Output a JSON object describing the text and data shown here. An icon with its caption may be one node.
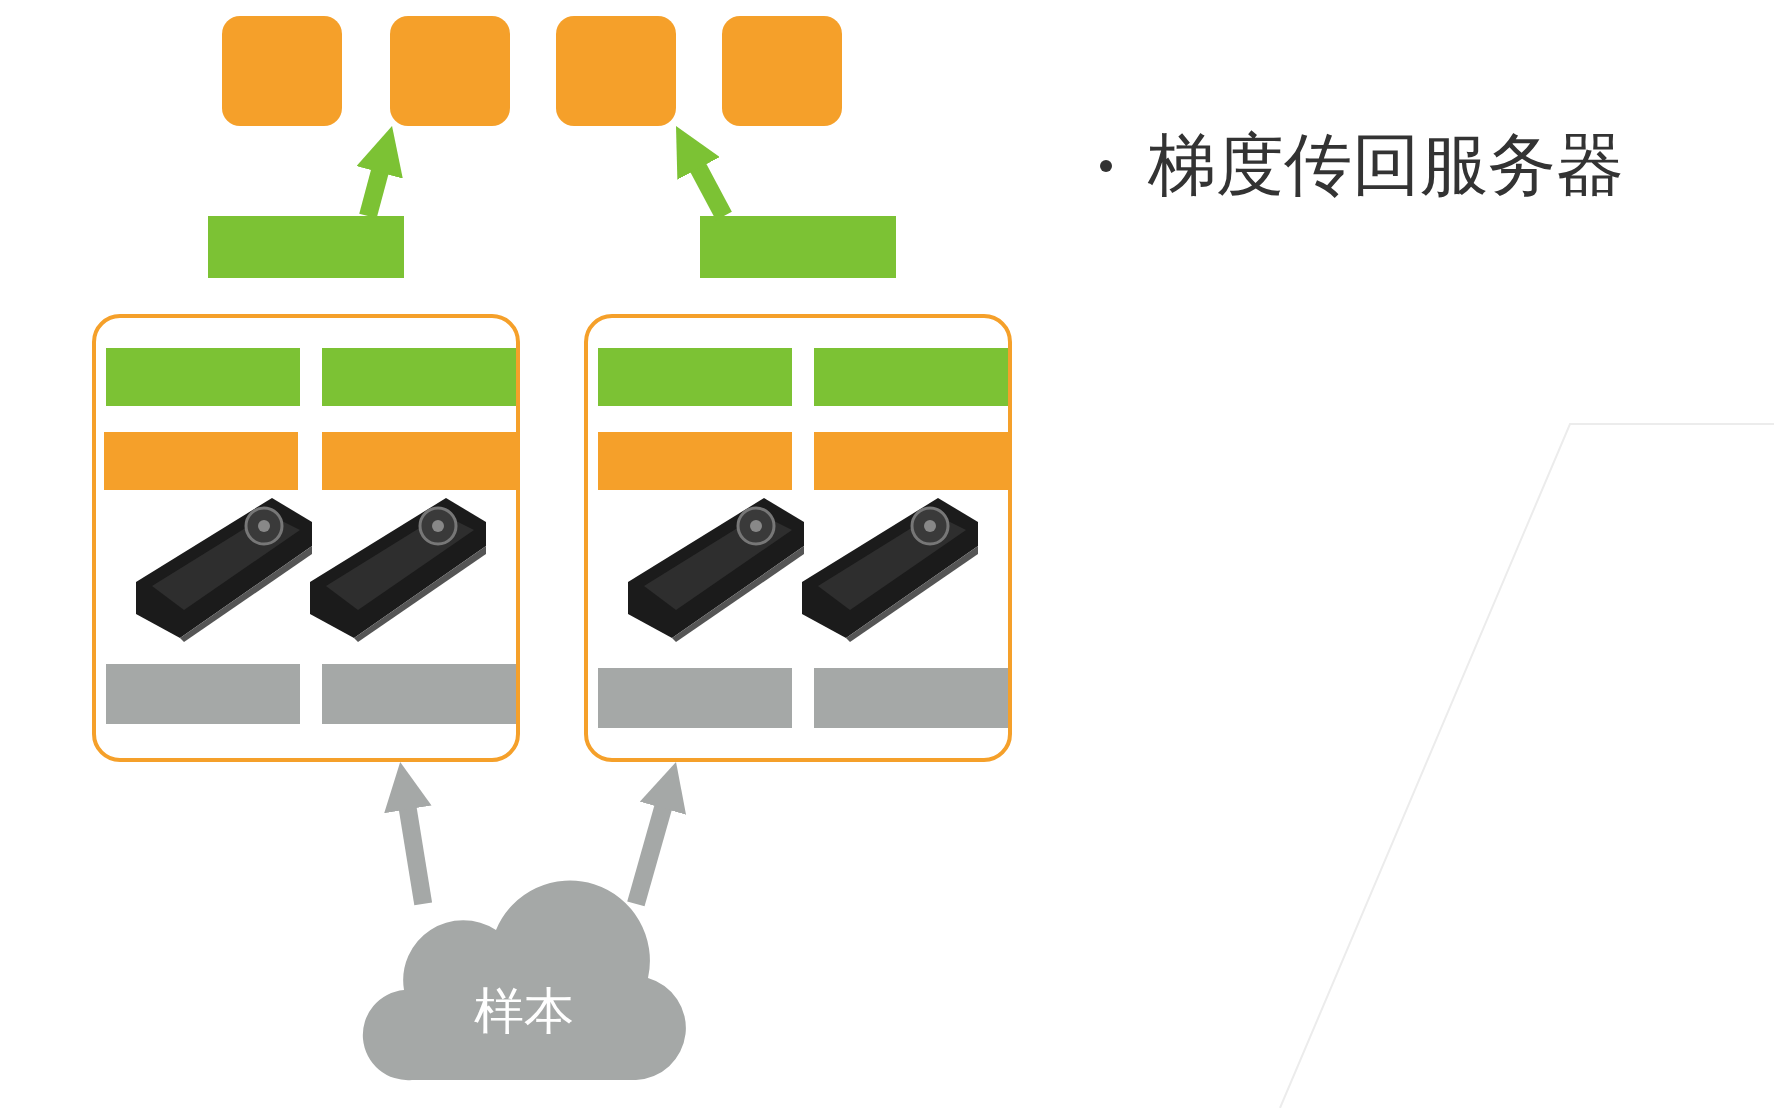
{
  "diagram": {
    "nodes": [
      {
        "text": [],
        "shape": "box"
      },
      {
        "text": [],
        "shape": "box"
      },
      {
        "text": [],
        "shape": "box"
      },
      {
        "text": [],
        "shape": "box"
      },
      {
        "text": [],
        "shape": "box"
      },
      {
        "text": [],
        "shape": "box"
      },
      {
        "text": [],
        "shape": "box"
      },
      {
        "text": [],
        "shape": "box",
        "in": 6
      },
      {
        "text": [],
        "shape": "box",
        "in": 6
      },
      {
        "text": [],
        "shape": "box",
        "in": 6
      },
      {
        "text": [],
        "shape": "box",
        "in": 6
      },
      {
        "text": [],
        "shape": "box",
        "in": 6
      },
      {
        "text": [],
        "shape": "box",
        "in": 6
      },
      {
        "text": [],
        "shape": "box"
      },
      {
        "text": [],
        "shape": "box",
        "in": 13
      },
      {
        "text": [],
        "shape": "box",
        "in": 13
      },
      {
        "text": [],
        "shape": "box",
        "in": 13
      },
      {
        "text": [],
        "shape": "box",
        "in": 13
      },
      {
        "text": [],
        "shape": "box",
        "in": 13
      },
      {
        "text": [],
        "shape": "box",
        "in": 13
      },
      {
        "text": [
          "样本"
        ]
      }
    ],
    "edges": [
      {
        "from": 4,
        "to": 1,
        "arrow": "to",
        "color": "#7cc234"
      },
      {
        "from": 5,
        "to": 2,
        "arrow": "to",
        "color": "#7cc234"
      },
      {
        "from": 20,
        "to": 6,
        "arrow": "to",
        "color": "#a5a8a7"
      },
      {
        "from": 20,
        "to": 13,
        "arrow": "to",
        "color": "#a5a8a7"
      }
    ],
    "labels": [
      "梯度传回服务器"
    ]
  }
}
